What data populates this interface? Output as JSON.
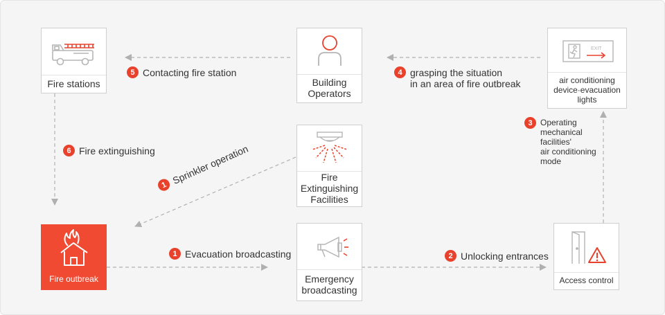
{
  "colors": {
    "accent": "#e8412c",
    "fire_box": "#f04a32",
    "connector": "#b0b0b0"
  },
  "nodes": {
    "fire_stations": {
      "label": "Fire stations",
      "icon": "fire-truck-icon"
    },
    "building_operators": {
      "label": "Building\nOperators",
      "icon": "person-icon"
    },
    "ac_evac_lights": {
      "label": "air conditioning\ndevice·evacuation\nlights",
      "icon": "exit-sign-icon",
      "sign_text": "EXIT"
    },
    "fire_extinguishing": {
      "label": "Fire\nExtinguishing\nFacilities",
      "icon": "sprinkler-icon"
    },
    "fire_outbreak": {
      "label": "Fire outbreak",
      "icon": "burning-house-icon"
    },
    "emergency_broadcasting": {
      "label": "Emergency\nbroadcasting",
      "icon": "megaphone-icon"
    },
    "access_control": {
      "label": "Access control",
      "icon": "door-warning-icon"
    }
  },
  "steps": {
    "contact_fire_station": {
      "number": "5",
      "text": "Contacting fire station"
    },
    "grasp_situation": {
      "number": "4",
      "text": "grasping the situation\nin an area of fire outbreak"
    },
    "operating_facilities": {
      "number": "3",
      "text": "Operating\nmechanical\nfacilities'\nair conditioning\nmode"
    },
    "fire_extinguishing": {
      "number": "6",
      "text": "Fire extinguishing"
    },
    "sprinkler_operation": {
      "number": "1",
      "text": "Sprinkler operation"
    },
    "evacuation_broadcasting": {
      "number": "1",
      "text": "Evacuation broadcasting"
    },
    "unlocking_entrances": {
      "number": "2",
      "text": "Unlocking entrances"
    }
  }
}
